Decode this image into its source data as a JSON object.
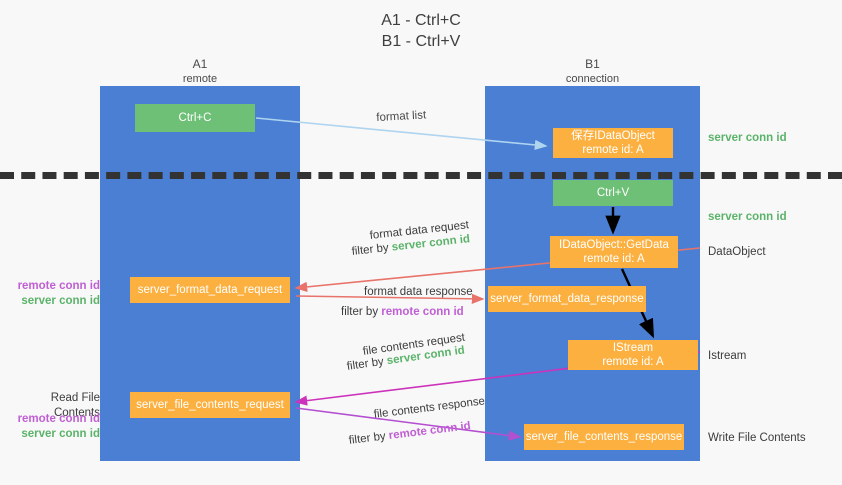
{
  "title": {
    "line1": "A1 - Ctrl+C",
    "line2": "B1 - Ctrl+V"
  },
  "columns": [
    {
      "name": "A1",
      "sub": "remote"
    },
    {
      "name": "B1",
      "sub": "connection"
    }
  ],
  "nodes": {
    "ctrl_c": {
      "label": "Ctrl+C",
      "color": "#6ec077"
    },
    "save_idataobject": {
      "line1": "保存IDataObject",
      "line2": "remote id: A",
      "color": "#fbb040"
    },
    "ctrl_v": {
      "label": "Ctrl+V",
      "color": "#6ec077"
    },
    "getdata": {
      "line1": "IDataObject::GetData",
      "line2": "remote id: A",
      "color": "#fbb040"
    },
    "istream": {
      "line1": "IStream",
      "line2": "remote id: A",
      "color": "#fbb040"
    },
    "format_data_request": {
      "label": "server_format_data_request",
      "color": "#fbb040"
    },
    "format_data_response": {
      "label": "server_format_data_response",
      "color": "#fbb040"
    },
    "file_contents_request": {
      "label": "server_file_contents_request",
      "color": "#fbb040"
    },
    "file_contents_response": {
      "label": "server_file_contents_response",
      "color": "#fbb040"
    }
  },
  "edges": {
    "format_list": "format list",
    "format_data_request": "format data request",
    "format_data_request_filter_prefix": "filter by ",
    "format_data_request_filter_value": "server conn id",
    "format_data_response": "format data response",
    "format_data_response_filter_prefix": "filter by ",
    "format_data_response_filter_value": "remote conn id",
    "file_contents_request": "file contents request",
    "file_contents_request_filter_prefix": "filter by ",
    "file_contents_request_filter_value": "server conn id",
    "file_contents_response": "file contents response",
    "file_contents_response_filter_prefix": "filter by ",
    "file_contents_response_filter_value": "remote conn id"
  },
  "annotations": {
    "server_conn_id_top": "server conn id",
    "server_conn_id_mid": "server conn id",
    "dataobject": "DataObject",
    "istream": "Istream",
    "write_file_contents": "Write File Contents",
    "read_file_contents": "Read File Contents",
    "remote_conn_id_left1": "remote conn id",
    "server_conn_id_left1": "server conn id",
    "remote_conn_id_left2": "remote conn id",
    "server_conn_id_left2": "server conn id"
  },
  "colors": {
    "lane": "#4a7fd4",
    "green_node": "#6ec077",
    "orange_node": "#fbb040",
    "green_text": "#5bb36a",
    "purple_text": "#c05fd4",
    "arrow_blue": "#aed4f0",
    "arrow_red": "#e8736a",
    "arrow_magenta": "#cc33bb",
    "arrow_purple": "#b44fd0",
    "arrow_black": "#000000",
    "background": "#f8f8f8"
  }
}
